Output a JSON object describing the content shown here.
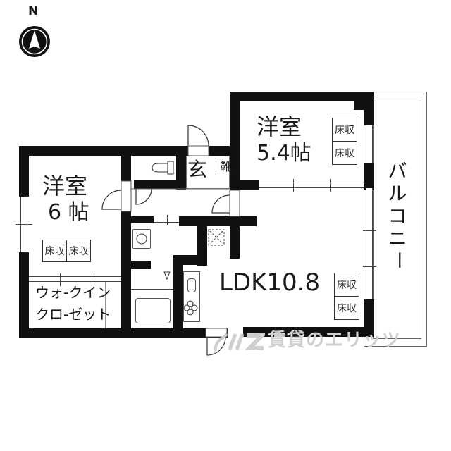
{
  "compass": {
    "letter": "N",
    "icon": "north-arrow-icon"
  },
  "rooms": {
    "bedroom_1": {
      "type": "洋室",
      "size": "5.4帖"
    },
    "bedroom_2": {
      "type": "洋室",
      "size": "6 帖"
    },
    "ldk": {
      "label": "LDK10.8"
    },
    "entrance": {
      "label": "玄"
    },
    "shoe_box": {
      "label": "靴"
    },
    "walk_in_closet": {
      "line1": "ウォ-クイン",
      "line2": "クロ-ゼット"
    },
    "balcony": {
      "chars": [
        "バ",
        "ル",
        "コ",
        "ニ",
        "ー"
      ]
    }
  },
  "storage_marks": {
    "bedroom_1": [
      "床収",
      "床収"
    ],
    "bedroom_2": [
      "床収",
      "床収"
    ],
    "ldk": [
      "床収",
      "床収"
    ]
  },
  "watermark": {
    "text": "賃貸のエリッツ",
    "logo": "eliz-logo-icon"
  },
  "colors": {
    "wall": "#111111",
    "line": "#444444",
    "background": "#ffffff",
    "watermark": "#cfcfcf"
  }
}
